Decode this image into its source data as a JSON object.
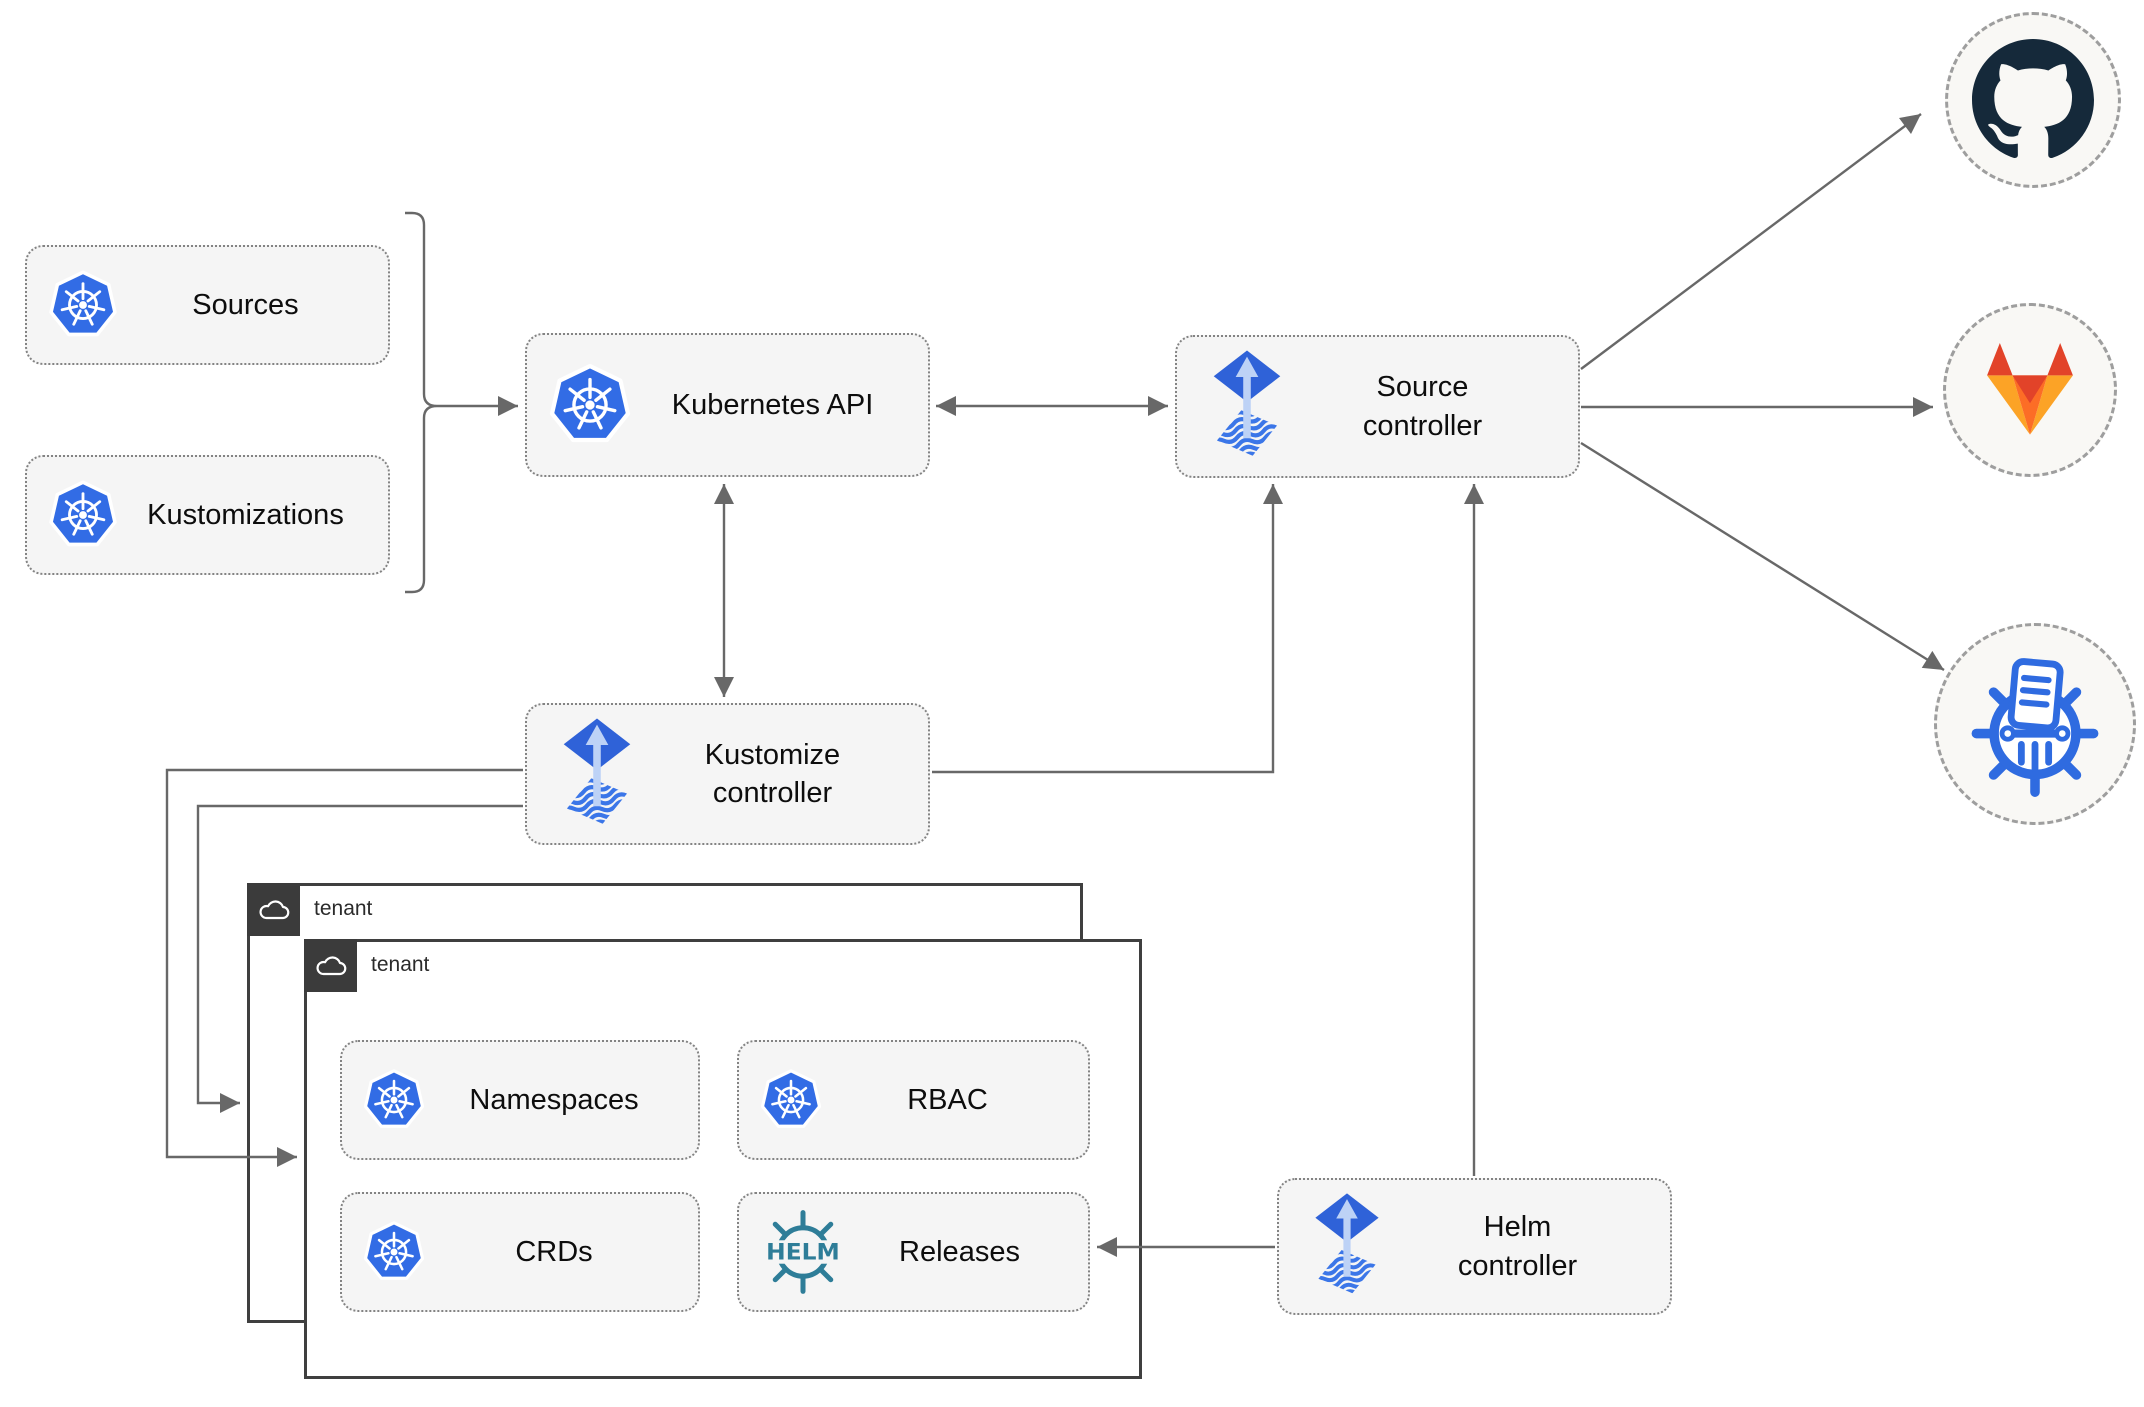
{
  "diagram": {
    "nodes": {
      "sources": {
        "label": "Sources",
        "icon": "kubernetes"
      },
      "kustomizations": {
        "label": "Kustomizations",
        "icon": "kubernetes"
      },
      "kubernetes_api": {
        "label": "Kubernetes API",
        "icon": "kubernetes"
      },
      "source_controller": {
        "label": "Source controller",
        "icon": "flux"
      },
      "kustomize_controller": {
        "label": "Kustomize controller",
        "icon": "flux"
      },
      "helm_controller": {
        "label": "Helm controller",
        "icon": "flux"
      },
      "namespaces": {
        "label": "Namespaces",
        "icon": "kubernetes"
      },
      "rbac": {
        "label": "RBAC",
        "icon": "kubernetes"
      },
      "crds": {
        "label": "CRDs",
        "icon": "kubernetes"
      },
      "releases": {
        "label": "Releases",
        "icon": "helm"
      }
    },
    "groups": {
      "tenant_back": {
        "label": "tenant",
        "icon": "cloud"
      },
      "tenant_front": {
        "label": "tenant",
        "icon": "cloud"
      }
    },
    "endpoints": {
      "github": {
        "icon": "github-icon"
      },
      "gitlab": {
        "icon": "gitlab-icon"
      },
      "oci_registry": {
        "icon": "registry-icon"
      }
    },
    "helm_logo_text": "HELM",
    "colors": {
      "kubernetes_blue": "#326ce5",
      "flux_blue": "#2f62d8",
      "flux_stripe_blue": "#3b76e8",
      "helm_teal": "#2e7d98",
      "github_dark": "#15293a",
      "gitlab_red": "#e24329",
      "gitlab_orange": "#fc6d26",
      "gitlab_light_orange": "#fca326",
      "registry_blue": "#2f6be0",
      "connector_gray": "#686868",
      "node_fill": "#f5f5f5"
    }
  }
}
